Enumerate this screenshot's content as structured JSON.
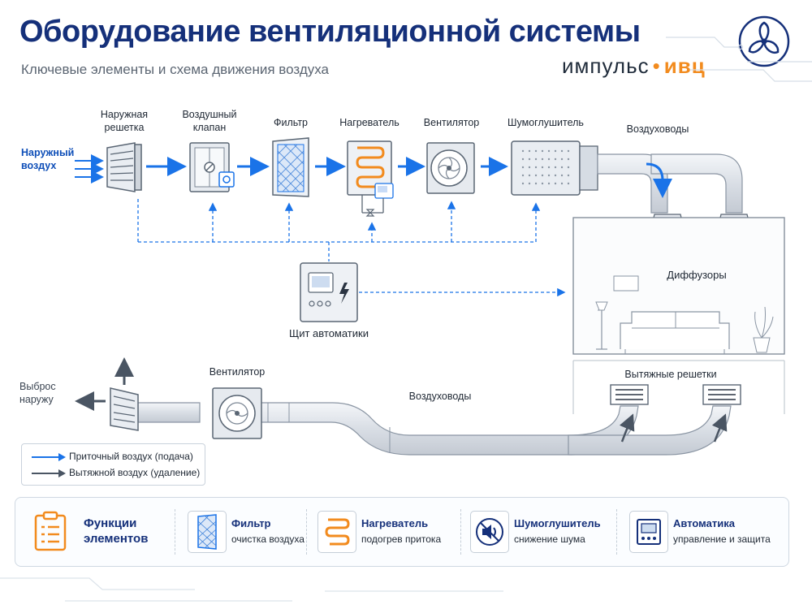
{
  "header": {
    "title": "Оборудование вентиляционной системы",
    "subtitle": "Ключевые элементы и схема движения воздуха",
    "brand_left": "импульс",
    "brand_dot": "•",
    "brand_right": "ивц"
  },
  "supply": {
    "outdoor_air_label": "Наружный воздух",
    "components": [
      {
        "label": "Наружная решетка"
      },
      {
        "label": "Воздушный клапан"
      },
      {
        "label": "Фильтр"
      },
      {
        "label": "Нагреватель"
      },
      {
        "label": "Вентилятор"
      },
      {
        "label": "Шумоглушитель"
      },
      {
        "label": "Воздуховоды"
      }
    ],
    "diffusers_label": "Диффузоры"
  },
  "control": {
    "label": "Щит автоматики"
  },
  "exhaust": {
    "discharge_label": "Выброс наружу",
    "fan_label": "Вентилятор",
    "ducts_label": "Воздуховоды",
    "grilles_label": "Вытяжные решетки"
  },
  "legend": [
    {
      "label": "Приточный воздух (подача)",
      "color": "#1a73e8"
    },
    {
      "label": "Вытяжной воздух (удаление)",
      "color": "#4a5563"
    }
  ],
  "functions": {
    "title": "Функции элементов",
    "items": [
      {
        "name": "Фильтр",
        "desc": "очистка воздуха",
        "icon": "filter-icon"
      },
      {
        "name": "Нагреватель",
        "desc": "подогрев притока",
        "icon": "heater-icon"
      },
      {
        "name": "Шумоглушитель",
        "desc": "снижение шума",
        "icon": "silencer-icon"
      },
      {
        "name": "Автоматика",
        "desc": "управление и защита",
        "icon": "control-panel-icon"
      }
    ]
  },
  "colors": {
    "supply": "#1a73e8",
    "exhaust": "#4a5563",
    "accent": "#f28b1e",
    "title": "#15307a"
  }
}
